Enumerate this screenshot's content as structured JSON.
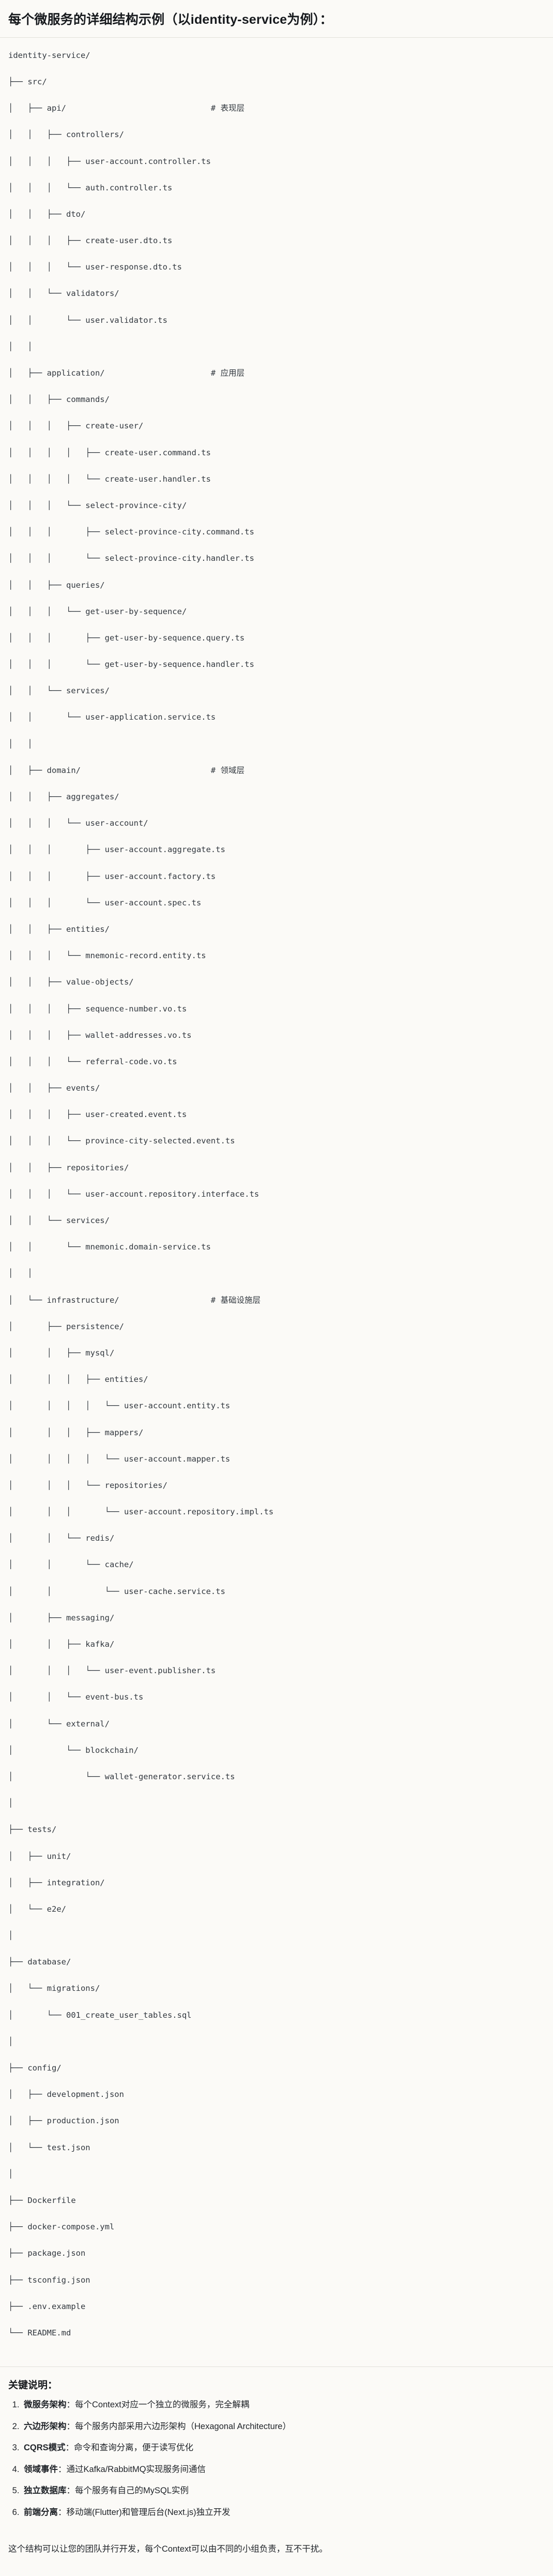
{
  "heading": "每个微服务的详细结构示例（以identity-service为例）：",
  "tree": {
    "root": "identity-service/",
    "lines": [
      "identity-service/",
      "├── src/",
      "│   ├── api/                              # 表现层",
      "│   │   ├── controllers/",
      "│   │   │   ├── user-account.controller.ts",
      "│   │   │   └── auth.controller.ts",
      "│   │   ├── dto/",
      "│   │   │   ├── create-user.dto.ts",
      "│   │   │   └── user-response.dto.ts",
      "│   │   └── validators/",
      "│   │       └── user.validator.ts",
      "│   │",
      "│   ├── application/                      # 应用层",
      "│   │   ├── commands/",
      "│   │   │   ├── create-user/",
      "│   │   │   │   ├── create-user.command.ts",
      "│   │   │   │   └── create-user.handler.ts",
      "│   │   │   └── select-province-city/",
      "│   │   │       ├── select-province-city.command.ts",
      "│   │   │       └── select-province-city.handler.ts",
      "│   │   ├── queries/",
      "│   │   │   └── get-user-by-sequence/",
      "│   │   │       ├── get-user-by-sequence.query.ts",
      "│   │   │       └── get-user-by-sequence.handler.ts",
      "│   │   └── services/",
      "│   │       └── user-application.service.ts",
      "│   │",
      "│   ├── domain/                           # 领域层",
      "│   │   ├── aggregates/",
      "│   │   │   └── user-account/",
      "│   │   │       ├── user-account.aggregate.ts",
      "│   │   │       ├── user-account.factory.ts",
      "│   │   │       └── user-account.spec.ts",
      "│   │   ├── entities/",
      "│   │   │   └── mnemonic-record.entity.ts",
      "│   │   ├── value-objects/",
      "│   │   │   ├── sequence-number.vo.ts",
      "│   │   │   ├── wallet-addresses.vo.ts",
      "│   │   │   └── referral-code.vo.ts",
      "│   │   ├── events/",
      "│   │   │   ├── user-created.event.ts",
      "│   │   │   └── province-city-selected.event.ts",
      "│   │   ├── repositories/",
      "│   │   │   └── user-account.repository.interface.ts",
      "│   │   └── services/",
      "│   │       └── mnemonic.domain-service.ts",
      "│   │",
      "│   └── infrastructure/                   # 基础设施层",
      "│       ├── persistence/",
      "│       │   ├── mysql/",
      "│       │   │   ├── entities/",
      "│       │   │   │   └── user-account.entity.ts",
      "│       │   │   ├── mappers/",
      "│       │   │   │   └── user-account.mapper.ts",
      "│       │   │   └── repositories/",
      "│       │   │       └── user-account.repository.impl.ts",
      "│       │   └── redis/",
      "│       │       └── cache/",
      "│       │           └── user-cache.service.ts",
      "│       ├── messaging/",
      "│       │   ├── kafka/",
      "│       │   │   └── user-event.publisher.ts",
      "│       │   └── event-bus.ts",
      "│       └── external/",
      "│           └── blockchain/",
      "│               └── wallet-generator.service.ts",
      "│",
      "├── tests/",
      "│   ├── unit/",
      "│   ├── integration/",
      "│   └── e2e/",
      "│",
      "├── database/",
      "│   └── migrations/",
      "│       └── 001_create_user_tables.sql",
      "│",
      "├── config/",
      "│   ├── development.json",
      "│   ├── production.json",
      "│   └── test.json",
      "│",
      "├── Dockerfile",
      "├── docker-compose.yml",
      "├── package.json",
      "├── tsconfig.json",
      "├── .env.example",
      "└── README.md"
    ],
    "layer_comments": [
      "# 表现层",
      "# 应用层",
      "# 领域层",
      "# 基础设施层"
    ]
  },
  "keypoints": {
    "title": "关键说明：",
    "items": [
      {
        "term": "微服务架构",
        "sep": "：",
        "body": "每个Context对应一个独立的微服务，完全解耦"
      },
      {
        "term": "六边形架构",
        "sep": "：",
        "body": "每个服务内部采用六边形架构（Hexagonal Architecture）"
      },
      {
        "term": "CQRS模式",
        "sep": "：",
        "body": "命令和查询分离，便于读写优化"
      },
      {
        "term": "领域事件",
        "sep": "：",
        "body": "通过Kafka/RabbitMQ实现服务间通信"
      },
      {
        "term": "独立数据库",
        "sep": "：",
        "body": "每个服务有自己的MySQL实例"
      },
      {
        "term": "前端分离",
        "sep": "：",
        "body": "移动端(Flutter)和管理后台(Next.js)独立开发"
      }
    ]
  },
  "closing_note": "这个结构可以让您的团队并行开发，每个Context可以由不同的小组负责，互不干扰。",
  "colors": {
    "background": "#fbfaf7",
    "text": "#1f2328",
    "code_text": "#32383f",
    "rule": "#e2e0da"
  }
}
